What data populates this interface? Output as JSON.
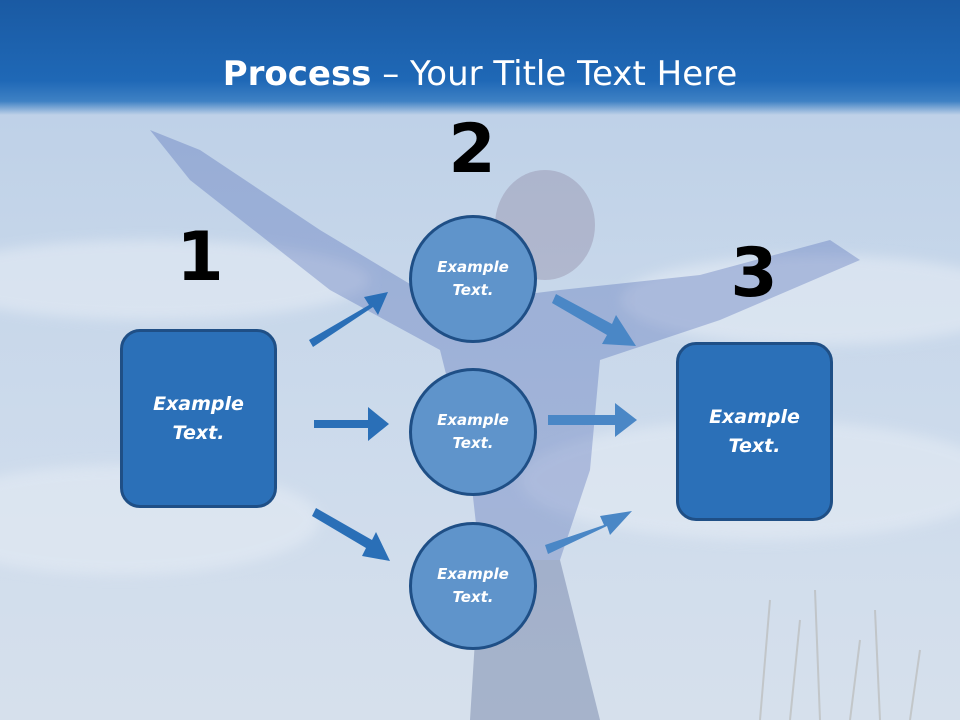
{
  "title": {
    "bold": "Process",
    "rest": " – Your Title Text Here"
  },
  "steps": [
    {
      "number": "1",
      "text": "Example\nText."
    },
    {
      "number": "2",
      "circles": [
        "Example\nText.",
        "Example\nText.",
        "Example\nText."
      ]
    },
    {
      "number": "3",
      "text": "Example\nText."
    }
  ],
  "colors": {
    "header": "#1f68b6",
    "box": "#2b70b8",
    "circle": "#5f94cb",
    "arrow_left": "#2a6fb7",
    "arrow_right": "#4a87c6"
  }
}
